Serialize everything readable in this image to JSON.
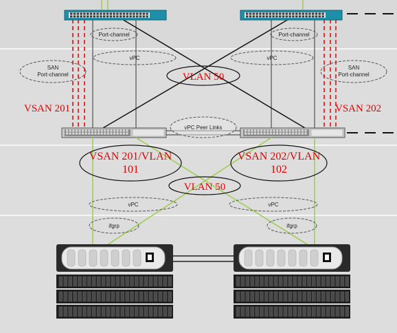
{
  "zones": {
    "top": "",
    "middle": "",
    "lower": "",
    "bottom": ""
  },
  "labels": {
    "port_channel_left": "Port-channel",
    "port_channel_right": "Port-channel",
    "vpc_top_left": "vPC",
    "vpc_top_right": "vPC",
    "vlan50_top": "VLAN 50",
    "san_pc_left_line1": "SAN",
    "san_pc_left_line2": "Port-channel",
    "san_pc_right_line1": "SAN",
    "san_pc_right_line2": "Port-channel",
    "vsan_left": "VSAN 201",
    "vsan_right": "VSAN 202",
    "vpc_peer_links": "vPC Peer Links",
    "vsan_vlan_left_line1": "VSAN 201/VLAN",
    "vsan_vlan_left_line2": "101",
    "vsan_vlan_right_line1": "VSAN 202/VLAN",
    "vsan_vlan_right_line2": "102",
    "vlan50_bottom": "VLAN 50",
    "vpc_bottom_left": "vPC",
    "vpc_bottom_right": "vPC",
    "ifgrp_left": "ifgrp",
    "ifgrp_right": "ifgrp"
  },
  "colors": {
    "zone_fill": "#dcdcdc",
    "zone_border": "#b9b9b9",
    "switch_teal": "#1e8fa8",
    "red_dashed": "#e00000",
    "green_link": "#9ccc4e",
    "label_red": "#e00000"
  },
  "icons": {
    "top_switch_left": "network-switch-icon",
    "top_switch_right": "network-switch-icon",
    "fabric_left": "fabric-interconnect-icon",
    "fabric_right": "fabric-interconnect-icon",
    "storage_left": "storage-array-icon",
    "storage_right": "storage-array-icon"
  }
}
